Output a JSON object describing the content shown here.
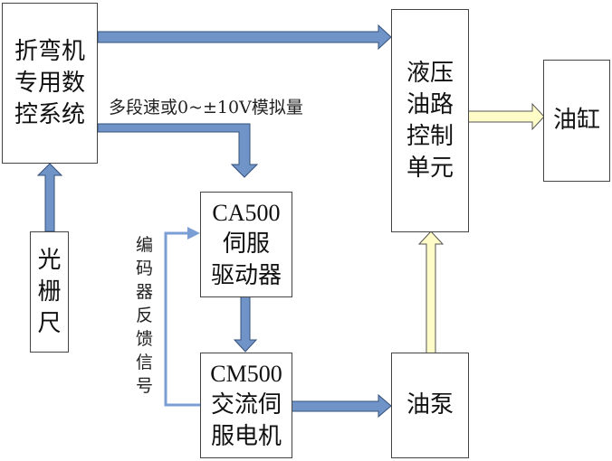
{
  "blocks": {
    "cnc": {
      "lines": [
        "折弯机",
        "专用数",
        "控系统"
      ]
    },
    "grating": {
      "lines": [
        "光",
        "栅",
        "尺"
      ]
    },
    "driver": {
      "lines": [
        "CA500",
        "伺服",
        "驱动器"
      ]
    },
    "motor": {
      "lines": [
        "CM500",
        "交流伺",
        "服电机"
      ]
    },
    "hydraulic": {
      "lines": [
        "液压",
        "油路",
        "控制",
        "单元"
      ]
    },
    "pump": {
      "lines": [
        "油泵"
      ]
    },
    "cylinder": {
      "lines": [
        "油缸"
      ]
    }
  },
  "labels": {
    "speed_signal": "多段速或0~±10V模拟量",
    "encoder_feedback": [
      "编",
      "码",
      "器",
      "反",
      "馈",
      "信",
      "号"
    ]
  },
  "colors": {
    "signal_arrow": "#7094c8",
    "oil_arrow": "#fffcc8",
    "feedback_line": "#7b9fd4",
    "box_border": "#444444"
  }
}
